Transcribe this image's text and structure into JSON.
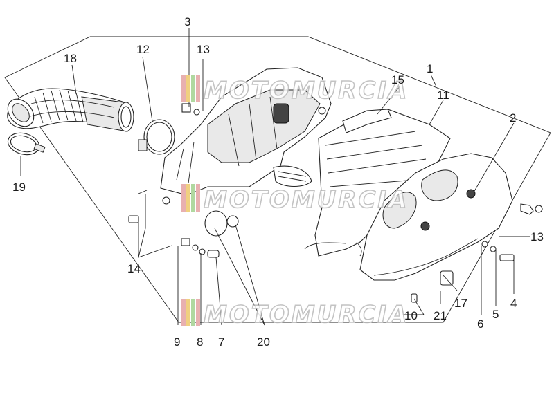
{
  "callouts": {
    "c1": "1",
    "c2": "2",
    "c3": "3",
    "c4": "4",
    "c5": "5",
    "c6": "6",
    "c7": "7",
    "c8": "8",
    "c9": "9",
    "c10": "10",
    "c11": "11",
    "c12": "12",
    "c13a": "13",
    "c13b": "13",
    "c14": "14",
    "c15": "15",
    "c17": "17",
    "c18": "18",
    "c19": "19",
    "c20": "20",
    "c21": "21"
  },
  "watermark": {
    "text": "MOTOMURCIA",
    "stripe_colors": [
      "#e8b0b0",
      "#f0d080",
      "#b0d8a0",
      "#e8b0b0"
    ]
  }
}
